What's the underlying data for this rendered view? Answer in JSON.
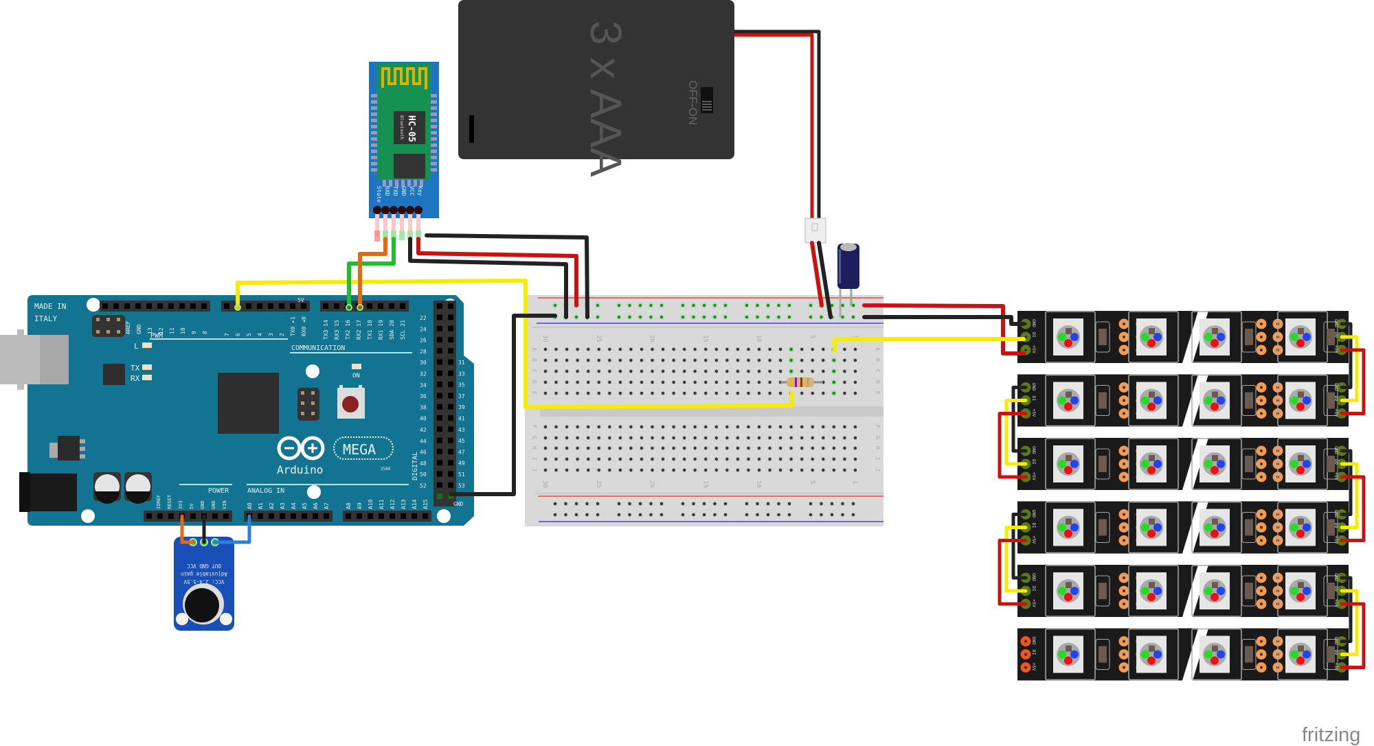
{
  "app": {
    "watermark": "fritzing"
  },
  "battery": {
    "label": "3 x AAA",
    "switch_label": "OFF-ON"
  },
  "bluetooth": {
    "model": "HC-05",
    "subtitle": "Bluetooth",
    "pins": [
      "State",
      "RXD",
      "TXD",
      "GND",
      "VCC",
      "Key"
    ]
  },
  "arduino": {
    "made_in_1": "MADE IN",
    "made_in_2": "ITALY",
    "brand": "Arduino",
    "model": "MEGA",
    "model_number": "2560",
    "pwm_label": "PWM",
    "communication_label": "COMMUNICATION",
    "power_label": "POWER",
    "analog_label": "ANALOG IN",
    "digital_label": "DIGITAL",
    "led_l": "L",
    "led_tx": "TX",
    "led_rx": "RX",
    "led_on": "ON",
    "gnd_label": "GND",
    "fivev_label": "5V",
    "top_pins_left": [
      "AREF",
      "GND",
      "13",
      "12",
      "11",
      "10",
      "9",
      "8"
    ],
    "top_pins_mid": [
      "7",
      "6",
      "5",
      "4",
      "3",
      "2",
      "TX0 ▸1",
      "RX0 ◂0"
    ],
    "top_pins_right": [
      "TX3 14",
      "RX3 15",
      "TX2 16",
      "RX2 17",
      "TX1 18",
      "RX1 19",
      "SDA 20",
      "SCL 21"
    ],
    "power_pins": [
      "IOREF",
      "RESET",
      "3V3",
      "5V",
      "GND",
      "GND",
      "VIN"
    ],
    "analog_pins": [
      "A0",
      "A1",
      "A2",
      "A3",
      "A4",
      "A5",
      "A6",
      "A7",
      "A8",
      "A9",
      "A10",
      "A11",
      "A12",
      "A13",
      "A14",
      "A15"
    ],
    "digital_left": [
      "22",
      "24",
      "26",
      "28",
      "30",
      "32",
      "34",
      "36",
      "38",
      "40",
      "42",
      "44",
      "46",
      "48",
      "50",
      "52"
    ],
    "digital_right": [
      "31",
      "33",
      "35",
      "37",
      "39",
      "41",
      "43",
      "45",
      "47",
      "49",
      "51",
      "53"
    ]
  },
  "microphone": {
    "pins_label": "OUT GND VCC",
    "line1": "Adjustable gain",
    "line2": "VCC: 2.4-5.5V"
  },
  "breadboard": {
    "col_labels": [
      "30",
      "25",
      "20",
      "15",
      "10",
      "5",
      "1"
    ],
    "row_labels_top": [
      "A",
      "B",
      "C",
      "D",
      "E"
    ],
    "row_labels_bottom": [
      "F",
      "G",
      "H",
      "I",
      "J"
    ]
  },
  "led_strip": {
    "pad_labels": [
      "GND",
      "DI",
      "+5V"
    ],
    "pad_labels_out": [
      "GND",
      "DO",
      "+5V"
    ],
    "rows": 6
  },
  "wire_colors": {
    "red": "#cc1111",
    "black": "#222222",
    "yellow": "#f5ec00",
    "green": "#1fbf2a",
    "orange": "#e8680e",
    "blue": "#2d7fdc"
  },
  "colors": {
    "arduino_board": "#127491",
    "bt_board": "#1e76c2",
    "bt_pcb": "#159251",
    "battery": "#333333",
    "strip": "#1a1a1a",
    "mic_board": "#1b4fb8"
  }
}
